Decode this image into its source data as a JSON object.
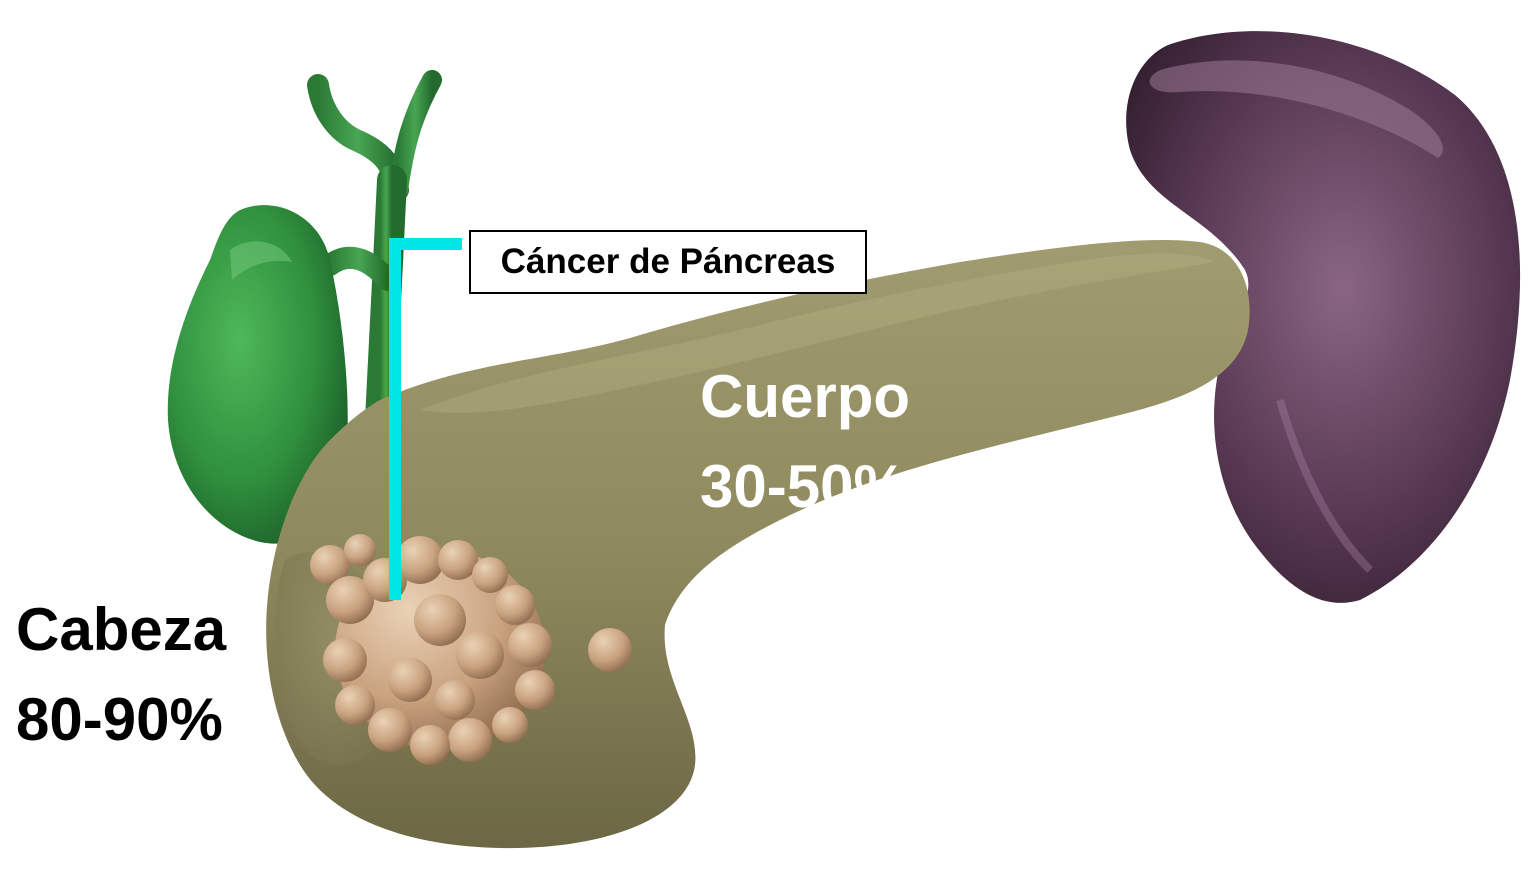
{
  "callout": {
    "label": "Cáncer de Páncreas",
    "line_color": "#00e5e5"
  },
  "regions": {
    "body": {
      "name": "Cuerpo",
      "percent": "30-50%"
    },
    "head": {
      "name": "Cabeza",
      "percent": "80-90%"
    }
  },
  "colors": {
    "pancreas": "#8f8a5e",
    "tumor": "#c9a27f",
    "gallbladder": "#2f8f3d",
    "spleen": "#5a3a55"
  }
}
